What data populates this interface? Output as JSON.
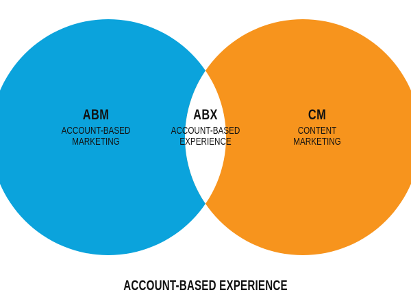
{
  "colors": {
    "left_circle": "#0ba3dc",
    "right_circle": "#f7941d",
    "overlap": "#ffffff",
    "text": "#111111"
  },
  "venn": {
    "left": {
      "abbr": "ABM",
      "desc_line1": "ACCOUNT-BASED",
      "desc_line2": "MARKETING"
    },
    "overlap": {
      "abbr": "ABX",
      "desc_line1": "ACCOUNT-BASED",
      "desc_line2": "EXPERIENCE"
    },
    "right": {
      "abbr": "CM",
      "desc_line1": "CONTENT",
      "desc_line2": "MARKETING"
    }
  },
  "footer": {
    "title": "ACCOUNT-BASED EXPERIENCE"
  }
}
